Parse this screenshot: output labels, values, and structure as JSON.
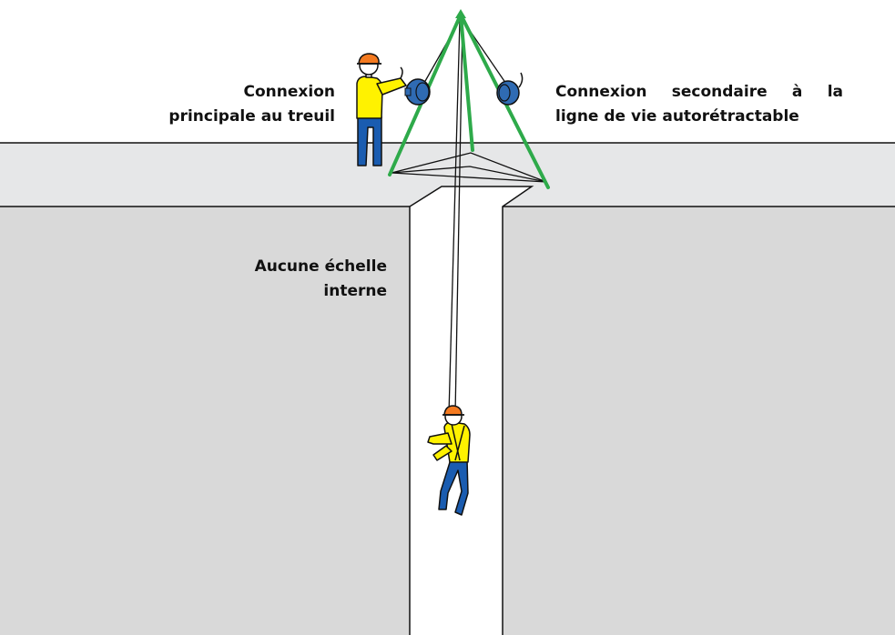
{
  "labels": {
    "main_connection": [
      "Connexion",
      "principale au treuil"
    ],
    "secondary_connection_line1_words": [
      "Connexion",
      "secondaire",
      "à",
      "la"
    ],
    "secondary_connection_line2": "ligne de vie autorétractable",
    "no_internal_ladder": [
      "Aucune échelle",
      "interne"
    ]
  },
  "colors": {
    "ground_fill": "#d9d9d9",
    "surface_fill": "#e6e7e8",
    "tripod": "#2eaa4a",
    "helmet": "#f47a20",
    "shirt": "#fff200",
    "pants": "#1a5cb0",
    "winch": "#2f6bb3",
    "outline": "#111111"
  },
  "icons": {
    "tripod": "tripod-icon",
    "worker_top": "worker-icon",
    "worker_bottom": "worker-descending-icon",
    "winch": "winch-icon",
    "srl": "self-retracting-lifeline-icon"
  }
}
